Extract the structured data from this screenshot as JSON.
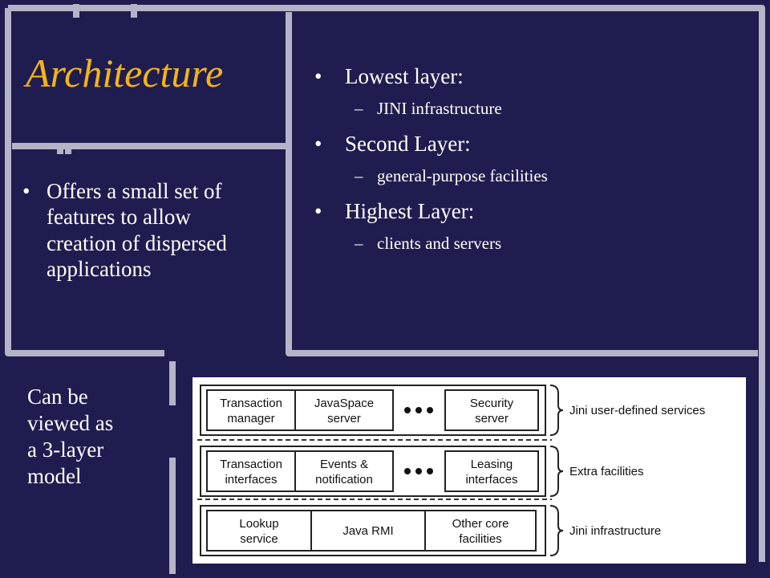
{
  "slide": {
    "title": "Architecture",
    "left_bullet": "Offers a small set of features to allow creation of dispersed applications",
    "right_bullets": [
      {
        "label": "Lowest layer:",
        "sub": "JINI infrastructure"
      },
      {
        "label": "Second Layer:",
        "sub": "general-purpose facilities"
      },
      {
        "label": "Highest Layer:",
        "sub": "clients and servers"
      }
    ],
    "note_lines": [
      "Can be",
      "viewed as",
      "a 3-layer",
      "model"
    ],
    "colors": {
      "background": "#1f1d4f",
      "title": "#f5b417",
      "text": "#ffffff"
    }
  },
  "diagram": {
    "rows": [
      {
        "boxes": [
          [
            "Transaction",
            "manager"
          ],
          [
            "JavaSpace",
            "server"
          ],
          [
            "Security",
            "server"
          ]
        ],
        "label": "Jini user-defined services"
      },
      {
        "boxes": [
          [
            "Transaction",
            "interfaces"
          ],
          [
            "Events &",
            "notification"
          ],
          [
            "Leasing",
            "interfaces"
          ]
        ],
        "label": "Extra facilities"
      },
      {
        "boxes": [
          [
            "Lookup",
            "service"
          ],
          [
            "Java RMI"
          ],
          [
            "Other core",
            "facilities"
          ]
        ],
        "label": "Jini infrastructure"
      }
    ]
  }
}
